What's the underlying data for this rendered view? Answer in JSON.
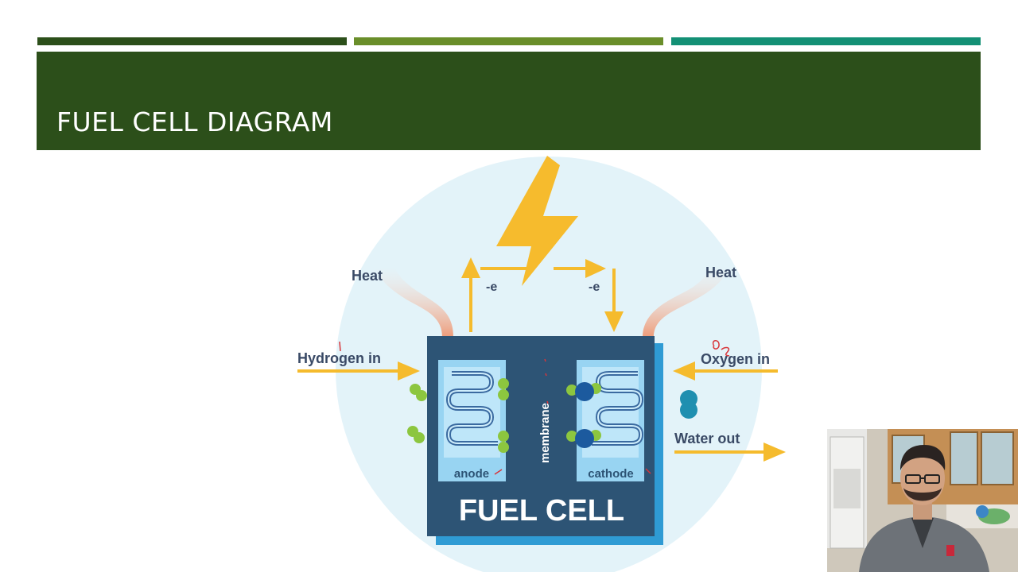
{
  "slide": {
    "title": "FUEL CELL DIAGRAM",
    "colors": {
      "bar_1": "#2c4f1a",
      "bar_2": "#6a8e2a",
      "bar_3": "#139075",
      "title_band": "#2c4f1a",
      "circle_bg": "#e3f3f9",
      "cell_body": "#2d5475",
      "cell_shadow": "#2f9bd4",
      "arrow": "#f5bb2d",
      "electrode": "#98d4f2",
      "hydrogen": "#8cc63f",
      "oxygen": "#1c5a9e",
      "water": "#1f8fb0"
    }
  },
  "diagram": {
    "heat_left": "Heat",
    "heat_right": "Heat",
    "electron_left": "-e",
    "electron_right": "-e",
    "hydrogen_in": "Hydrogen in",
    "oxygen_in": "Oxygen in",
    "water_out": "Water out",
    "membrane": "membrane",
    "anode": "anode",
    "cathode": "cathode",
    "fuel_cell": "FUEL CELL",
    "icons": [
      "lightning-bolt-icon",
      "hydrogen-molecule-icon",
      "oxygen-molecule-icon",
      "water-molecule-icon"
    ]
  }
}
